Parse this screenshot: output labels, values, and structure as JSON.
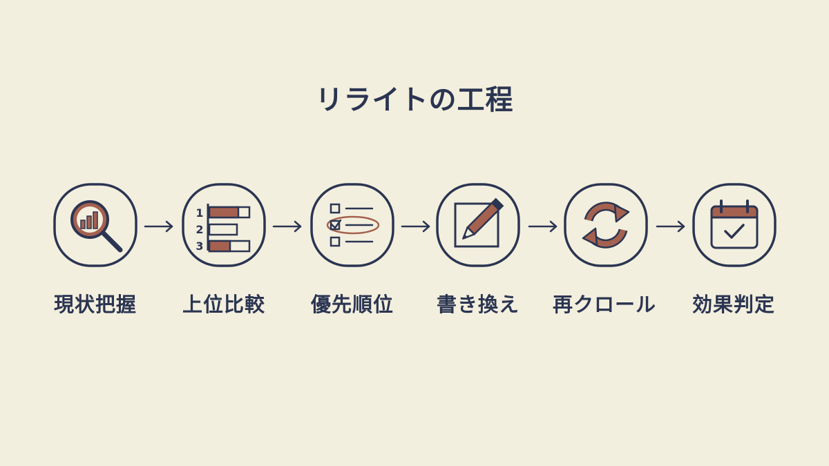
{
  "title": "リライトの工程",
  "steps": [
    {
      "label": "現状把握",
      "icon": "magnifier-chart-icon"
    },
    {
      "label": "上位比較",
      "icon": "ranked-bars-icon"
    },
    {
      "label": "優先順位",
      "icon": "checklist-icon"
    },
    {
      "label": "書き換え",
      "icon": "pencil-edit-icon"
    },
    {
      "label": "再クロール",
      "icon": "refresh-arrows-icon"
    },
    {
      "label": "効果判定",
      "icon": "calendar-check-icon"
    }
  ],
  "rank_numbers": [
    "1",
    "2",
    "3"
  ],
  "colors": {
    "background": "#f3efde",
    "ink": "#2b3552",
    "accent": "#a5614f"
  }
}
